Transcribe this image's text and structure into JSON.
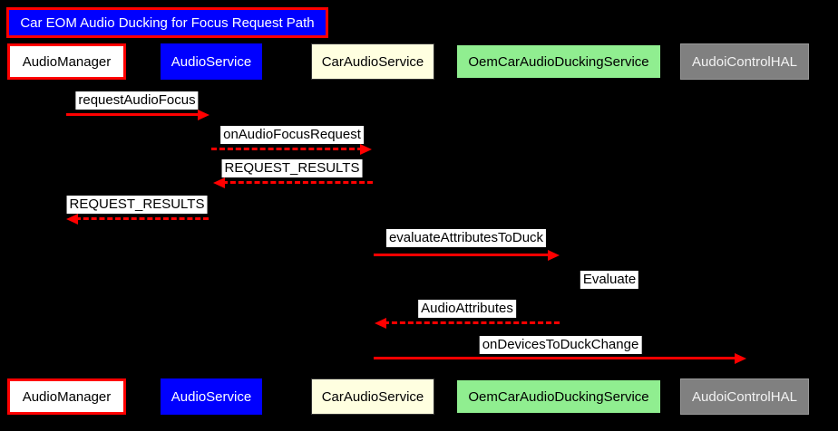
{
  "diagram": {
    "type": "sequence-diagram",
    "title": "Car EOM Audio Ducking for Focus Request Path",
    "colors": {
      "background": "#000000",
      "title_background": "#0000ff",
      "title_border": "#ff0000",
      "title_text": "#ffffff",
      "arrow": "#ff0000",
      "message_label_background": "#ffffff",
      "message_label_text": "#000000"
    },
    "participants": [
      {
        "name": "AudioManager",
        "background": "#ffffff",
        "border": "#ff0000",
        "text_color": "#000000"
      },
      {
        "name": "AudioService",
        "background": "#0000ff",
        "border": "#0000ff",
        "text_color": "#ffffff"
      },
      {
        "name": "CarAudioService",
        "background": "#ffffe0",
        "border": "#333333",
        "text_color": "#000000"
      },
      {
        "name": "OemCarAudioDuckingService",
        "background": "#90ee90",
        "border": "#000000",
        "text_color": "#000000"
      },
      {
        "name": "AudoiControlHAL",
        "background": "#808080",
        "border": "#999999",
        "text_color": "#f2f2f2"
      }
    ],
    "messages": [
      {
        "label": "requestAudioFocus",
        "from": "AudioManager",
        "to": "AudioService",
        "line": "solid",
        "direction": "right"
      },
      {
        "label": "onAudioFocusRequest",
        "from": "AudioService",
        "to": "CarAudioService",
        "line": "dashed",
        "direction": "right"
      },
      {
        "label": "REQUEST_RESULTS",
        "from": "CarAudioService",
        "to": "AudioService",
        "line": "dashed",
        "direction": "left"
      },
      {
        "label": "REQUEST_RESULTS",
        "from": "AudioService",
        "to": "AudioManager",
        "line": "dashed",
        "direction": "left"
      },
      {
        "label": "evaluateAttributesToDuck",
        "from": "CarAudioService",
        "to": "OemCarAudioDuckingService",
        "line": "solid",
        "direction": "right"
      },
      {
        "label": "Evaluate",
        "from": "OemCarAudioDuckingService",
        "to": "OemCarAudioDuckingService",
        "line": "self",
        "direction": "self"
      },
      {
        "label": "AudioAttributes",
        "from": "OemCarAudioDuckingService",
        "to": "CarAudioService",
        "line": "dashed",
        "direction": "left"
      },
      {
        "label": "onDevicesToDuckChange",
        "from": "CarAudioService",
        "to": "AudoiControlHAL",
        "line": "solid",
        "direction": "right"
      }
    ]
  }
}
